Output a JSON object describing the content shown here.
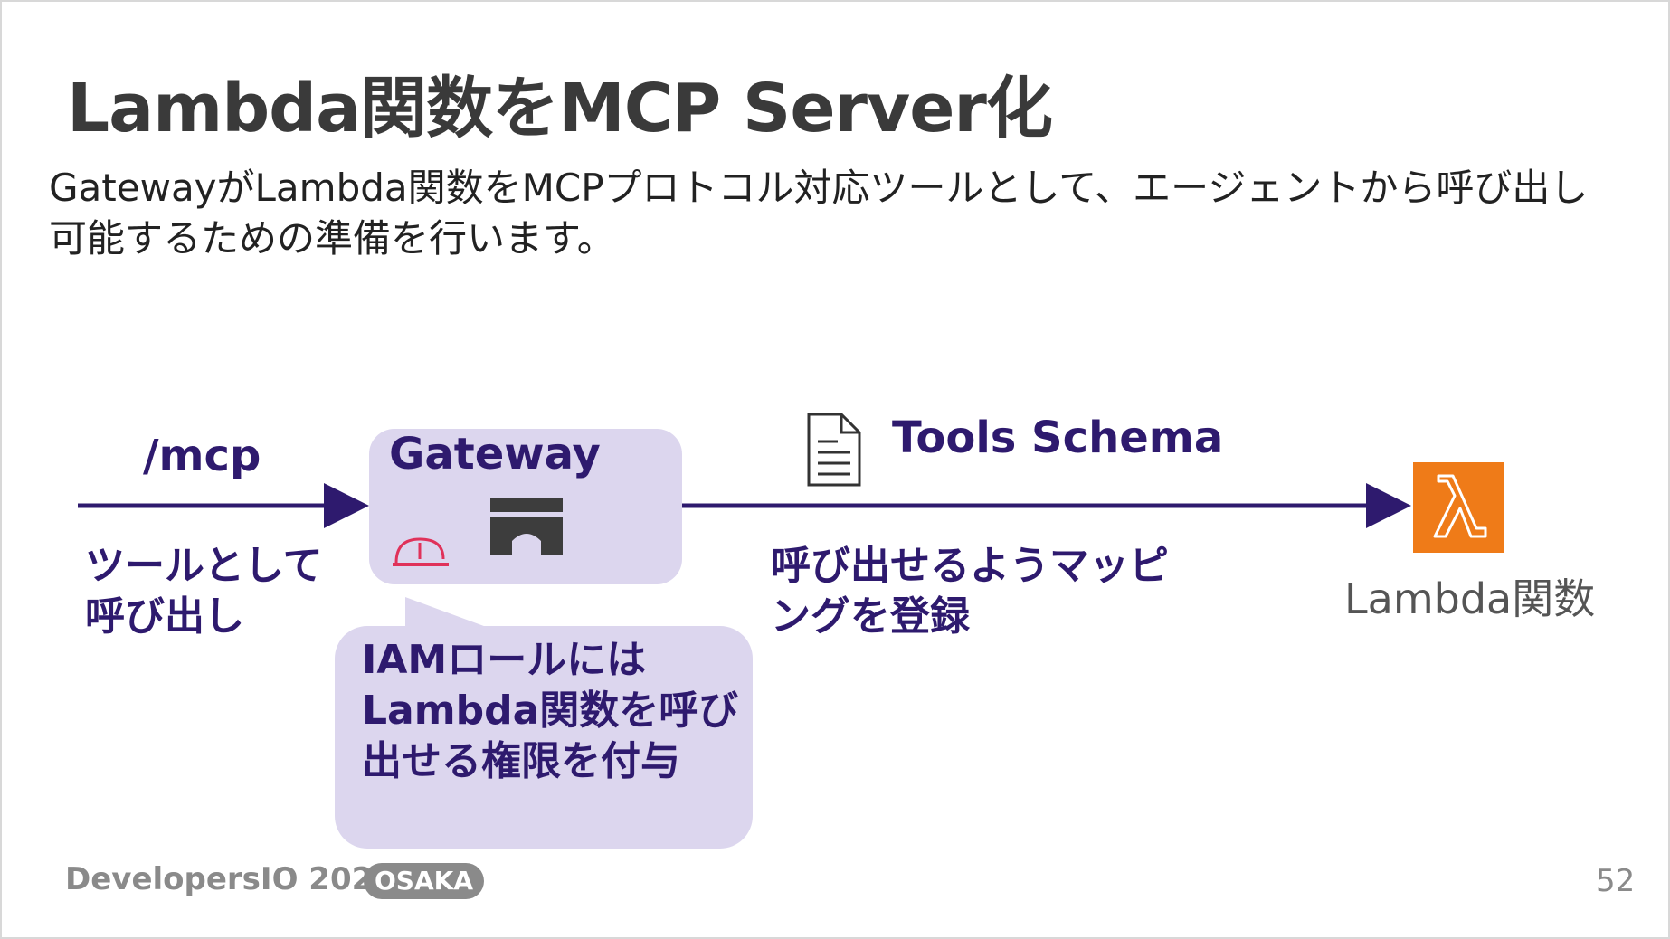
{
  "slide": {
    "title": "Lambda関数をMCP Server化",
    "description": "GatewayがLambda関数をMCPプロトコル対応ツールとして、エージェントから呼び出し可能するための準備を行います。",
    "page_number": "52"
  },
  "diagram": {
    "entry_label": "/mcp",
    "entry_caption": "ツールとして呼び出し",
    "gateway_label": "Gateway",
    "iam_note": "IAMロールにはLambda関数を呼び出せる権限を付与",
    "tools_schema_label": "Tools Schema",
    "mapping_caption": "呼び出せるようマッピングを登録",
    "lambda_label": "Lambda関数"
  },
  "footer": {
    "brand": "DevelopersIO 2025",
    "badge": "OSAKA"
  },
  "colors": {
    "accent_purple": "#2e1a6e",
    "box_fill": "#dcd6ee",
    "lambda_orange": "#ef7b18",
    "helmet_red": "#e0325a"
  },
  "icons": [
    "document-icon",
    "gateway-icon",
    "helmet-icon",
    "lambda-icon"
  ]
}
